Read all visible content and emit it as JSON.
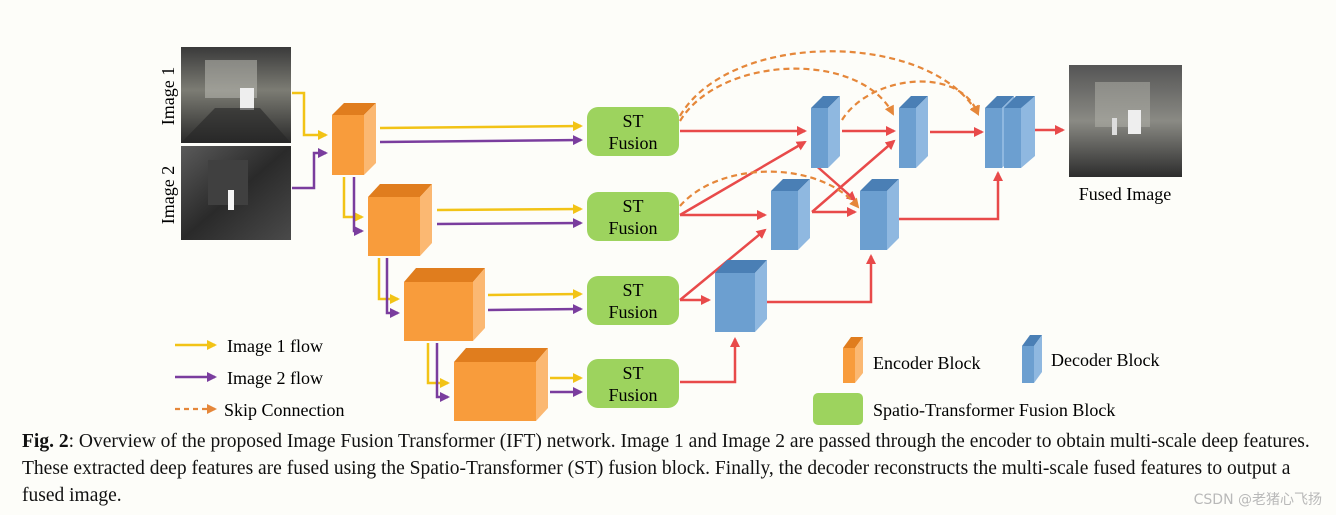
{
  "figure": {
    "input_labels": [
      "Image 1",
      "Image 2"
    ],
    "output_label": "Fused Image",
    "st_block_label": [
      "ST",
      "Fusion"
    ],
    "legend": {
      "image1_flow": "Image 1 flow",
      "image2_flow": "Image 2 flow",
      "skip_connection": "Skip Connection",
      "encoder_block": "Encoder Block",
      "decoder_block": "Decoder Block",
      "st_fusion_block": "Spatio-Transformer Fusion Block"
    },
    "colors": {
      "image1_flow": "#f2c316",
      "image2_flow": "#7a3d9e",
      "skip_connection": "#e5873a",
      "decoder_arrow": "#e84a4a",
      "encoder_front": "#f89c3c",
      "encoder_top": "#e07d1e",
      "encoder_side": "#fbb872",
      "decoder_front": "#6c9fd0",
      "decoder_top": "#4a7fb5",
      "decoder_side": "#8fb8e0",
      "st_fill": "#9dd35e"
    }
  },
  "caption": {
    "label": "Fig. 2",
    "text": ": Overview of the proposed Image Fusion Transformer (IFT) network. Image 1 and Image 2 are passed through the encoder to obtain multi-scale deep features.  These extracted deep features are fused using the Spatio-Transformer (ST) fusion block.  Finally, the decoder reconstructs the multi-scale fused features to output a fused image."
  },
  "watermark": "CSDN @老猪心飞扬"
}
